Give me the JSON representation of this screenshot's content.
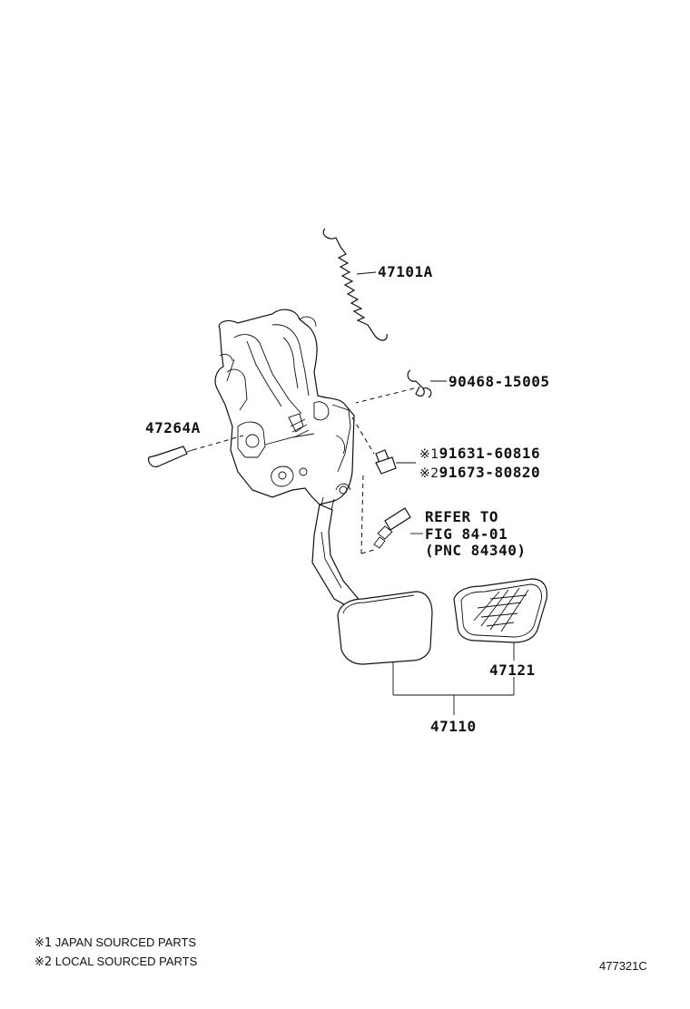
{
  "parts": {
    "spring": "47101A",
    "clip": "90468-15005",
    "pin": "47264A",
    "bolt_mark_1": "※1",
    "bolt_1": "91631-60816",
    "bolt_mark_2": "※2",
    "bolt_2": "91673-80820",
    "refer_line1": "REFER TO",
    "refer_line2": "FIG 84-01",
    "refer_line3": "(PNC 84340)",
    "pad": "47121",
    "pedal_assy": "47110"
  },
  "notes": {
    "note1_mark": "※1",
    "note1_text": "JAPAN SOURCED PARTS",
    "note2_mark": "※2",
    "note2_text": "LOCAL SOURCED PARTS"
  },
  "illustration_code": "477321C"
}
